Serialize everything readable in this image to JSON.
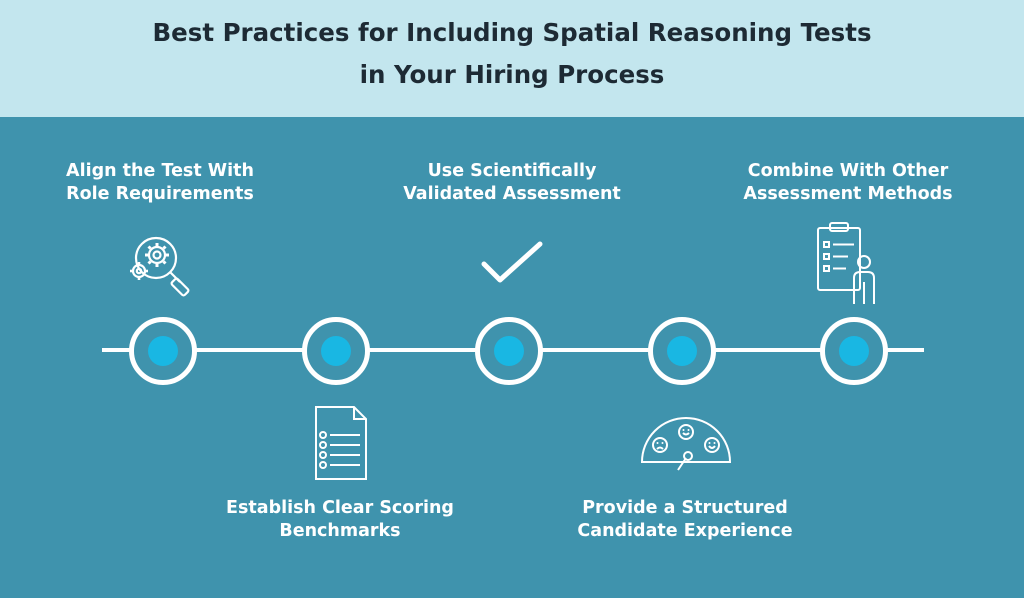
{
  "title": {
    "line1": "Best Practices for Including Spatial Reasoning Tests",
    "line2": "in Your Hiring Process"
  },
  "steps": [
    {
      "line1": "Align the Test With",
      "line2": "Role Requirements",
      "icon": "gear-magnifier-icon",
      "position": "top"
    },
    {
      "line1": "Establish Clear Scoring",
      "line2": "Benchmarks",
      "icon": "document-list-icon",
      "position": "bottom"
    },
    {
      "line1": "Use Scientifically",
      "line2": "Validated Assessment",
      "icon": "checkmark-icon",
      "position": "top"
    },
    {
      "line1": "Provide a Structured",
      "line2": "Candidate Experience",
      "icon": "satisfaction-gauge-icon",
      "position": "bottom"
    },
    {
      "line1": "Combine With Other",
      "line2": "Assessment Methods",
      "icon": "clipboard-person-icon",
      "position": "top"
    }
  ],
  "colors": {
    "header_background": "#c3e6ee",
    "body_background": "#3f93ad",
    "node_dot": "#19b7e3",
    "title_text": "#1d2a34",
    "label_text": "#ffffff"
  }
}
